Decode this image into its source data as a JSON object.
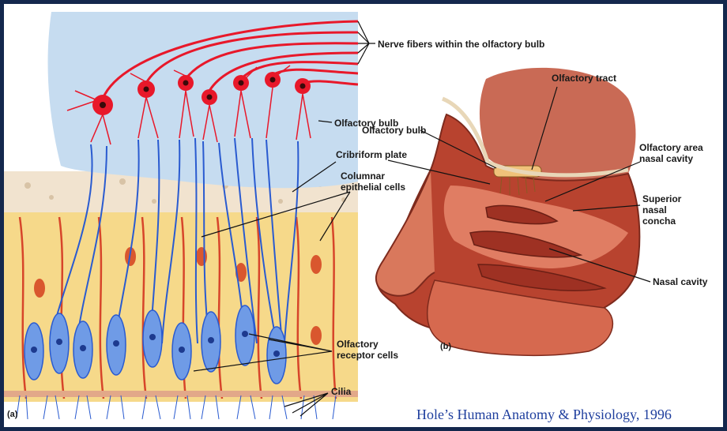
{
  "labels": {
    "nerve_fibers": "Nerve fibers within the olfactory bulb",
    "olfactory_bulb_a": "Olfactory bulb",
    "cribriform_plate": "Cribriform plate",
    "columnar_line1": "Columnar",
    "columnar_line2": "epithelial cells",
    "receptor_line1": "Olfactory",
    "receptor_line2": "receptor cells",
    "cilia": "Cilia",
    "olfactory_tract": "Olfactory tract",
    "olfactory_bulb_b": "Olfactory bulb",
    "olfactory_area_line1": "Olfactory area",
    "olfactory_area_line2": "nasal cavity",
    "superior_line1": "Superior",
    "superior_line2": "nasal",
    "superior_line3": "concha",
    "nasal_cavity": "Nasal cavity"
  },
  "panels": {
    "a": "(a)",
    "b": "(b)"
  },
  "caption": "Hole’s Human Anatomy & Physiology, 1996",
  "colors": {
    "background": "#14284d",
    "bulb": "#c6dcf0",
    "nerve": "#e8182a",
    "receptor": "#2a5bd0",
    "epithelium": "#f6d98a",
    "plate": "#f1e3cf",
    "tissue": "#c8402e",
    "caption": "#1f3f9e"
  }
}
